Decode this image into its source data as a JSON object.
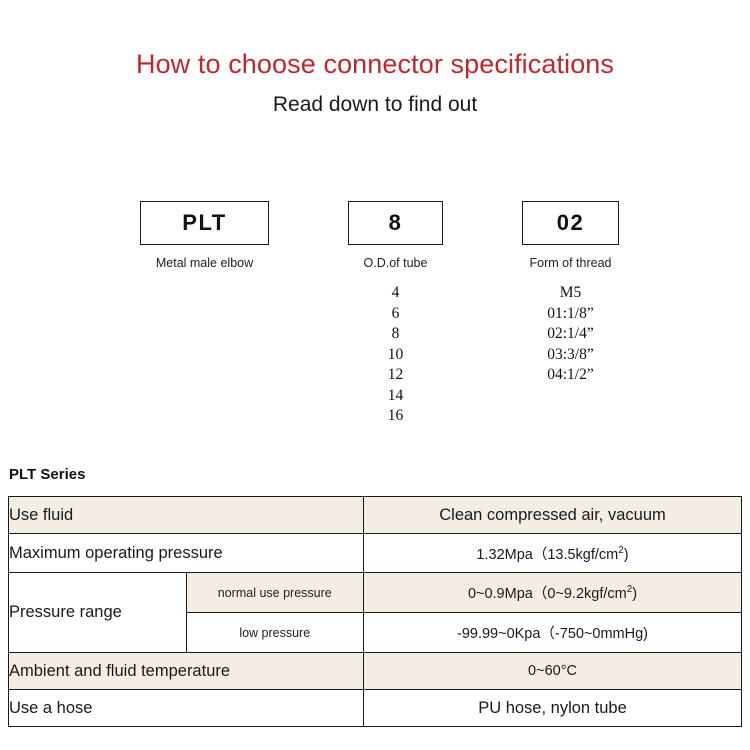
{
  "header": {
    "title": "How to choose connector specifications",
    "subtitle": "Read down to find out",
    "title_color": "#bf272d"
  },
  "code_selector": {
    "columns": [
      {
        "code": "PLT",
        "caption": "Metal male elbow",
        "options": []
      },
      {
        "code": "8",
        "caption": "O.D.of tube",
        "options": [
          "4",
          "6",
          "8",
          "10",
          "12",
          "14",
          "16"
        ]
      },
      {
        "code": "02",
        "caption": "Form of thread",
        "options": [
          "M5",
          "01:1/8”",
          "02:1/4”",
          "03:3/8”",
          "04:1/2”"
        ]
      }
    ]
  },
  "series": {
    "label": "PLT Series"
  },
  "spec_table": {
    "beige_color": "#f4ede4",
    "rows": [
      {
        "label": "Use fluid",
        "value": "Clean compressed air, vacuum",
        "shade": "beige"
      },
      {
        "label": "Maximum operating pressure",
        "value_prefix": "1.32Mpa（13.5kgf/cm",
        "value_sup": "2",
        "value_suffix": ")",
        "shade": "white"
      },
      {
        "label": "Pressure range",
        "sub_rows": [
          {
            "sublabel": "normal use pressure",
            "value_prefix": "0~0.9Mpa（0~9.2kgf/cm",
            "value_sup": "2",
            "value_suffix": ")",
            "shade": "beige"
          },
          {
            "sublabel": "low pressure",
            "value": "-99.99~0Kpa（-750~0mmHg)",
            "shade": "white"
          }
        ]
      },
      {
        "label": "Ambient and fluid temperature",
        "value": "0~60°C",
        "shade": "beige"
      },
      {
        "label": "Use a hose",
        "value": "PU hose, nylon tube",
        "shade": "white"
      }
    ]
  }
}
